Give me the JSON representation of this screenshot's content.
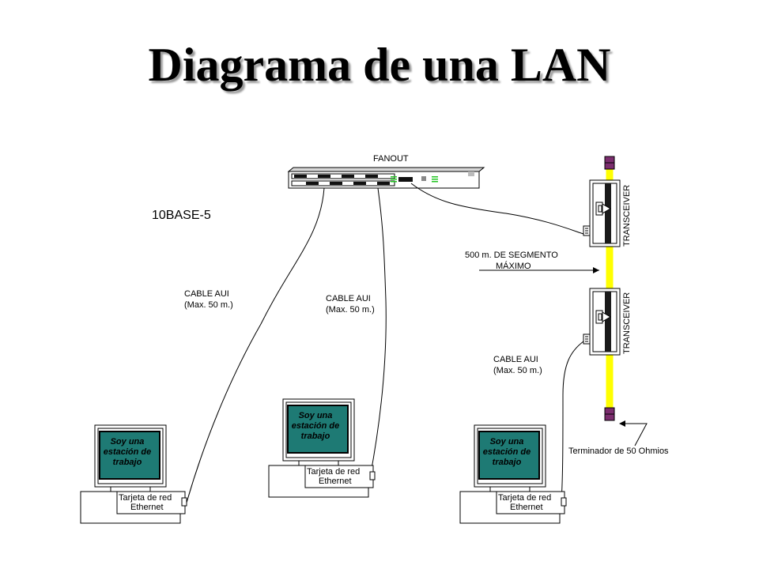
{
  "title": "Diagrama de una LAN",
  "diagram": {
    "standard_label": "10BASE-5",
    "fanout_label": "FANOUT",
    "transceiver_label": "TRANSCEIVER",
    "segment_label_line1": "500 m. DE SEGMENTO",
    "segment_label_line2": "MÁXIMO",
    "cable_label_line1": "CABLE AUI",
    "cable_label_line2": "(Max. 50 m.)",
    "terminator_label": "Terminador de 50 Ohmios",
    "workstation_screen_lines": [
      "Soy una",
      "estación de",
      "trabajo"
    ],
    "nic_label_line1": "Tarjeta de red",
    "nic_label_line2": "Ethernet"
  },
  "colors": {
    "backbone": "#ffff00",
    "terminator": "#7b2d6e",
    "screen": "#1e7a74",
    "fanout_led": "#22c522",
    "title_shadow": "#9a9a9a"
  }
}
